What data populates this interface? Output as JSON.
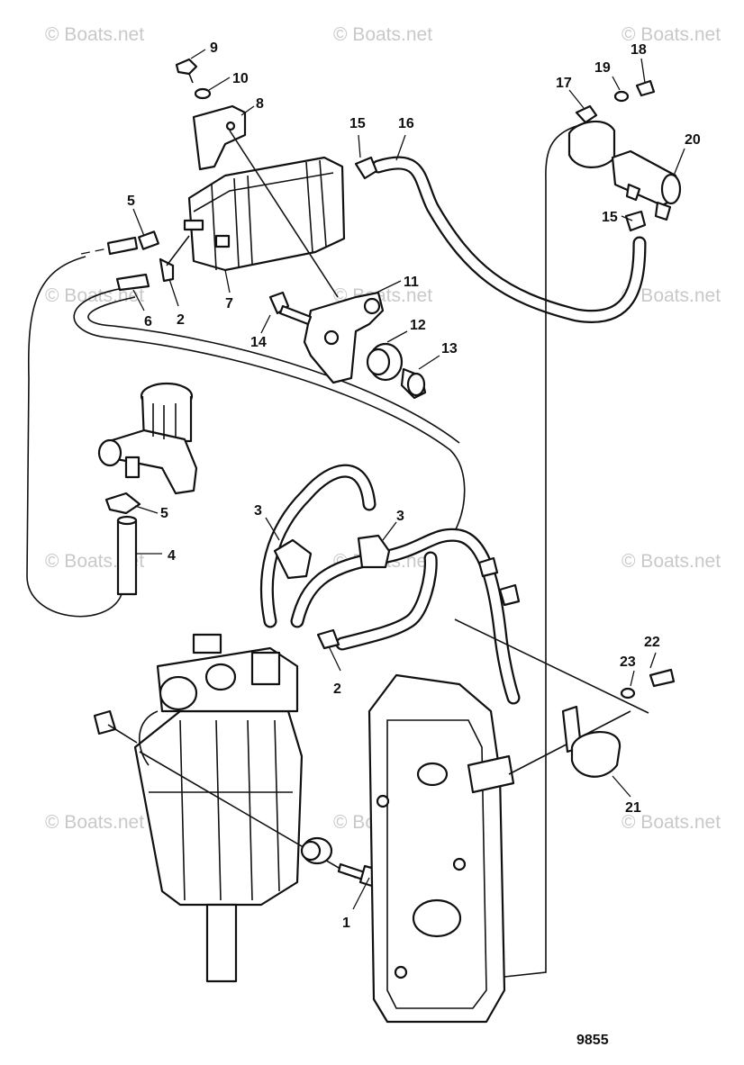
{
  "watermark": "© Boats.net",
  "figure_number": "9855",
  "callouts": {
    "c1": "1",
    "c2a": "2",
    "c2b": "2",
    "c3a": "3",
    "c3b": "3",
    "c4": "4",
    "c5a": "5",
    "c5b": "5",
    "c6": "6",
    "c7": "7",
    "c8": "8",
    "c9": "9",
    "c10": "10",
    "c11": "11",
    "c12": "12",
    "c13": "13",
    "c14": "14",
    "c15a": "15",
    "c15b": "15",
    "c16": "16",
    "c17": "17",
    "c18": "18",
    "c19": "19",
    "c20": "20",
    "c21": "21",
    "c22": "22",
    "c23": "23"
  }
}
